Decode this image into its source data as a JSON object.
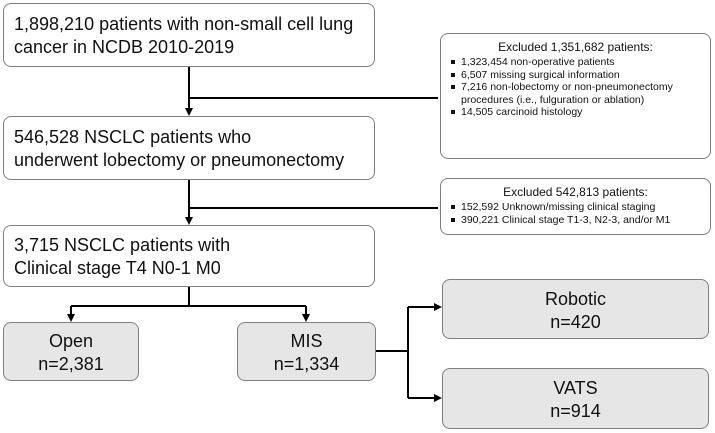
{
  "box1": {
    "line1": "1,898,210 patients with non-small cell lung",
    "line2": "cancer in NCDB 2010-2019"
  },
  "exclusion1": {
    "header": "Excluded 1,351,682 patients:",
    "items": [
      "1,323,454 non-operative patients",
      "6,507 missing surgical information",
      "7,216 non-lobectomy or non-pneumonectomy procedures (i.e., fulguration or ablation)",
      "14,505 carcinoid histology"
    ]
  },
  "box2": {
    "line1": "546,528 NSCLC patients who",
    "line2": "underwent lobectomy or pneumonectomy"
  },
  "exclusion2": {
    "header": "Excluded 542,813 patients:",
    "items": [
      "152,592 Unknown/missing clinical staging",
      "390,221 Clinical stage T1-3, N2-3, and/or M1"
    ]
  },
  "box3": {
    "line1": "3,715  NSCLC patients with",
    "line2": "Clinical stage T4 N0-1 M0"
  },
  "open": {
    "label": "Open",
    "n": "n=2,381"
  },
  "mis": {
    "label": "MIS",
    "n": "n=1,334"
  },
  "robotic": {
    "label": "Robotic",
    "n": "n=420"
  },
  "vats": {
    "label": "VATS",
    "n": "n=914"
  }
}
